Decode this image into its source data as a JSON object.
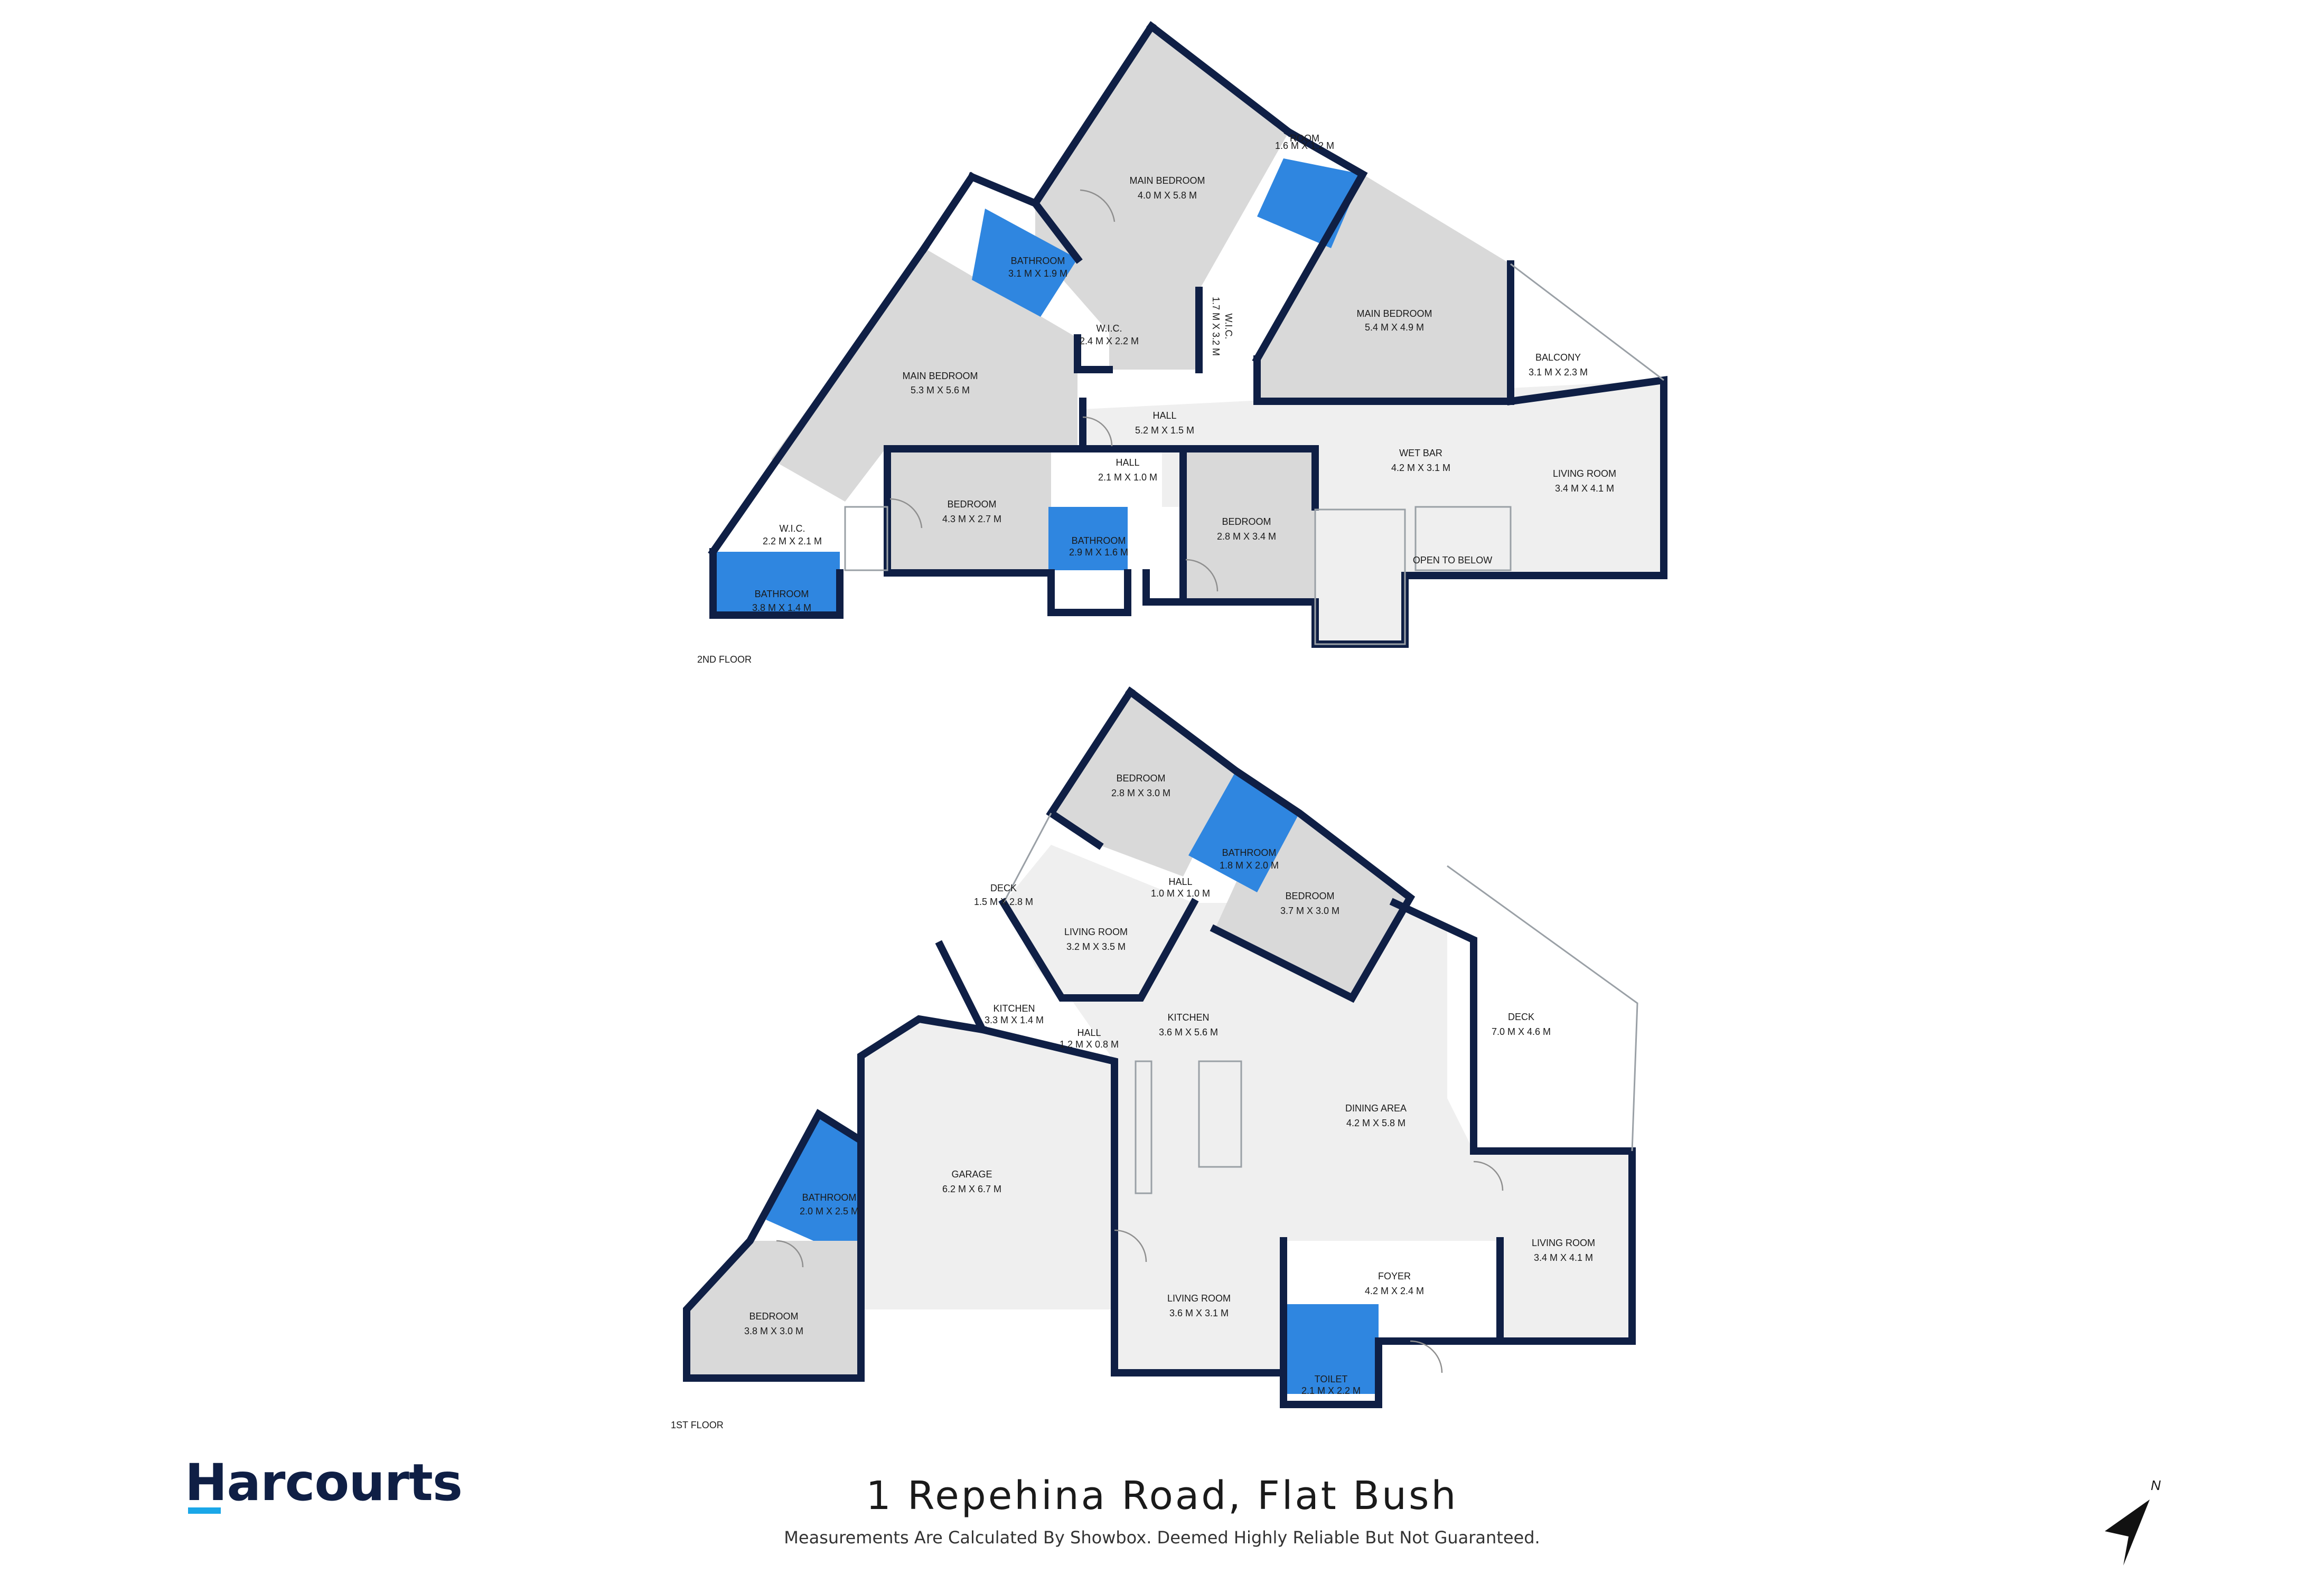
{
  "brand": {
    "name": "Harcourts",
    "accent_color": "#1aa7e8",
    "text_color": "#0f1f45"
  },
  "address": "1 Repehina Road, Flat Bush",
  "disclaimer": "Measurements Are Calculated By Showbox. Deemed Highly Reliable But Not Guaranteed.",
  "compass": {
    "label": "N",
    "icon": "north-arrow-icon"
  },
  "colors": {
    "wall": "#0f1f45",
    "room_fill": "#d9d9d9",
    "wet_fill": "#2f86e0",
    "open_fill": "#efefef"
  },
  "floors": {
    "second": {
      "label": "2ND FLOOR",
      "rooms": {
        "main_bedroom_a": {
          "name": "MAIN BEDROOM",
          "dims": "4.0 M X 5.8 M"
        },
        "main_bedroom_b": {
          "name": "MAIN BEDROOM",
          "dims": "5.4 M X 4.9 M"
        },
        "main_bedroom_c": {
          "name": "MAIN BEDROOM",
          "dims": "5.3 M X 5.6 M"
        },
        "bathroom_a": {
          "name": "BATHROOM",
          "dims": "3.1 M X 1.9 M"
        },
        "bathroom_small": {
          "name": "ROOM",
          "dims": "1.6 M X 1.2 M"
        },
        "wic_a": {
          "name": "W.I.C.",
          "dims": "2.4 M X 2.2 M"
        },
        "wic_b": {
          "name": "W.I.C.",
          "dims": "1.7 M X 3.2 M"
        },
        "balcony": {
          "name": "BALCONY",
          "dims": "3.1 M X 2.3 M"
        },
        "hall_main": {
          "name": "HALL",
          "dims": "5.2 M X 1.5 M"
        },
        "hall_small": {
          "name": "HALL",
          "dims": "2.1 M X 1.0 M"
        },
        "wet_bar": {
          "name": "WET BAR",
          "dims": "4.2 M X 3.1 M"
        },
        "living_room": {
          "name": "LIVING ROOM",
          "dims": "3.4 M X 4.1 M"
        },
        "bedroom_a": {
          "name": "BEDROOM",
          "dims": "4.3 M X 2.7 M"
        },
        "bedroom_b": {
          "name": "BEDROOM",
          "dims": "2.8 M X 3.4 M"
        },
        "bathroom_b": {
          "name": "BATHROOM",
          "dims": "2.9 M X 1.6 M"
        },
        "wic_c": {
          "name": "W.I.C.",
          "dims": "2.2 M X 2.1 M"
        },
        "bathroom_c": {
          "name": "BATHROOM",
          "dims": "3.8 M X 1.4 M"
        },
        "open_to_below": {
          "name": "OPEN TO BELOW"
        }
      }
    },
    "first": {
      "label": "1ST FLOOR",
      "rooms": {
        "bedroom_a": {
          "name": "BEDROOM",
          "dims": "2.8 M X 3.0 M"
        },
        "bathroom_a": {
          "name": "BATHROOM",
          "dims": "1.8 M X 2.0 M"
        },
        "bedroom_b": {
          "name": "BEDROOM",
          "dims": "3.7 M X 3.0 M"
        },
        "hall_a": {
          "name": "HALL",
          "dims": "1.0 M X 1.0 M"
        },
        "deck_small": {
          "name": "DECK",
          "dims": "1.5 M X 2.8 M"
        },
        "living_room_a": {
          "name": "LIVING ROOM",
          "dims": "3.2 M X 3.5 M"
        },
        "kitchen_small": {
          "name": "KITCHEN",
          "dims": "3.3 M X 1.4 M"
        },
        "hall_b": {
          "name": "HALL",
          "dims": "1.2 M X 0.8 M"
        },
        "kitchen_main": {
          "name": "KITCHEN",
          "dims": "3.6 M X 5.6 M"
        },
        "deck_large": {
          "name": "DECK",
          "dims": "7.0 M X 4.6 M"
        },
        "dining_area": {
          "name": "DINING AREA",
          "dims": "4.2 M X 5.8 M"
        },
        "garage": {
          "name": "GARAGE",
          "dims": "6.2 M X 6.7 M"
        },
        "bathroom_b": {
          "name": "BATHROOM",
          "dims": "2.0 M X 2.5 M"
        },
        "living_room_b": {
          "name": "LIVING ROOM",
          "dims": "3.4 M X 4.1 M"
        },
        "foyer": {
          "name": "FOYER",
          "dims": "4.2 M X 2.4 M"
        },
        "living_room_c": {
          "name": "LIVING ROOM",
          "dims": "3.6 M X 3.1 M"
        },
        "bedroom_c": {
          "name": "BEDROOM",
          "dims": "3.8 M X 3.0 M"
        },
        "toilet": {
          "name": "TOILET",
          "dims": "2.1 M X 2.2 M"
        }
      }
    }
  }
}
